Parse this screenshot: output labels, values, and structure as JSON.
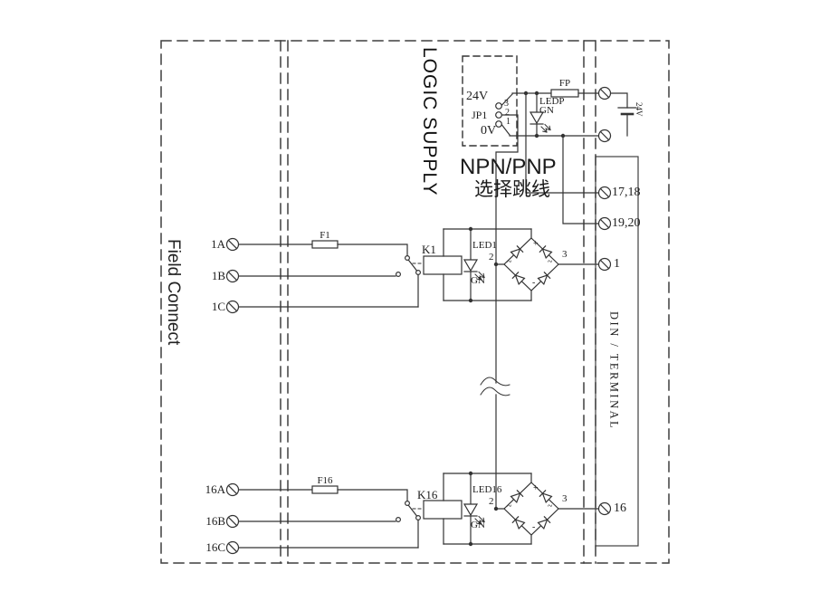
{
  "regions": {
    "field_connect": "Field Connect",
    "logic_supply": "LOGIC SUPPLY",
    "npn_pnp_line1": "NPN/PNP",
    "npn_pnp_line2": "选择跳线",
    "din_terminal": "DIN / TERMINAL"
  },
  "supply": {
    "jumper_24v": "24V",
    "jumper_name": "JP1",
    "jumper_0v": "0V",
    "pin3": "3",
    "pin2": "2",
    "pin1": "1",
    "fuse": "FP",
    "led": "LEDP",
    "led_color": "GN",
    "source_voltage": "24V"
  },
  "terminals": {
    "supply_pos": "17,18",
    "supply_neg": "19,20",
    "ch1": "1",
    "ch16": "16"
  },
  "channel1": {
    "field_a": "1A",
    "field_b": "1B",
    "field_c": "1C",
    "fuse": "F1",
    "relay": "K1",
    "led": "LED1",
    "led_color": "GN",
    "bridge_in": "2",
    "bridge_out": "3"
  },
  "channel16": {
    "field_a": "16A",
    "field_b": "16B",
    "field_c": "16C",
    "fuse": "F16",
    "relay": "K16",
    "led": "LED16",
    "led_color": "GN",
    "bridge_in": "2",
    "bridge_out": "3"
  },
  "bridge_marks": {
    "plus": "+",
    "ac": "~",
    "minus": "-"
  },
  "colors": {
    "line": "#333333",
    "border": "#3f3f3f",
    "text": "#1d1d1d"
  }
}
